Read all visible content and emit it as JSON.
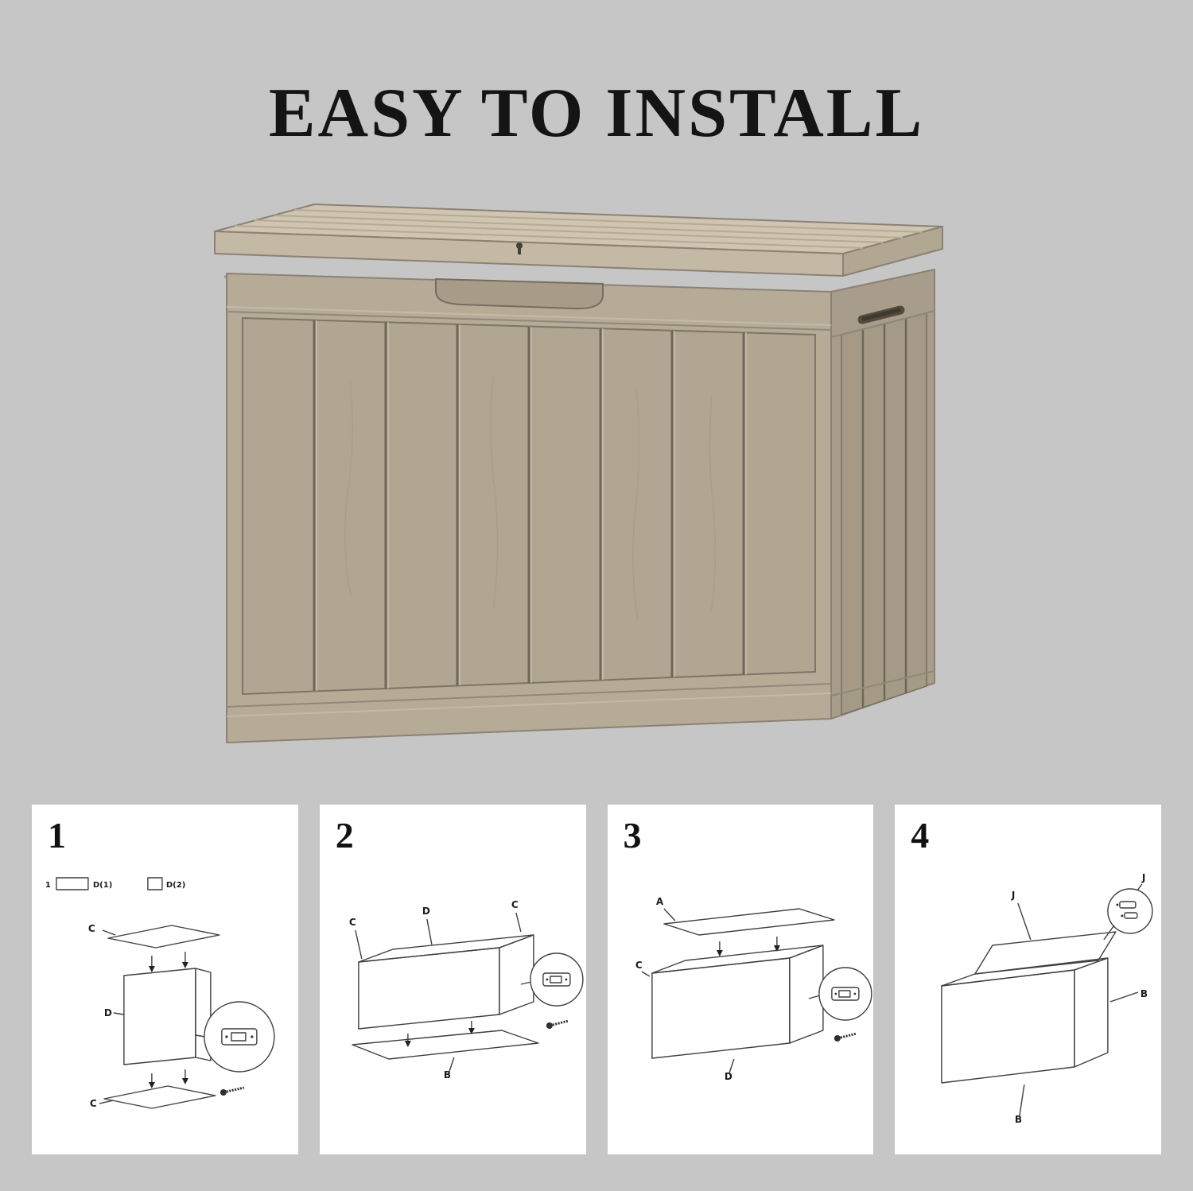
{
  "title": "EASY TO INSTALL",
  "background_color": "#c6c6c6",
  "product": {
    "name": "outdoor storage deck box",
    "colors": {
      "lid_top": "#cfc5b1",
      "lid_front": "#c3b9a5",
      "lid_side": "#b1a793",
      "front": "#b6ab97",
      "panel": "#b1a692",
      "side": "#a89d8a",
      "side_panel": "#a49a86",
      "groove": "#6f6758"
    }
  },
  "steps": [
    {
      "number": "1",
      "legend_qty": "1",
      "legend_d1": "D(1)",
      "legend_d2": "D(2)",
      "label_top": "C",
      "label_mid": "D",
      "label_bottom": "C"
    },
    {
      "number": "2",
      "label_left": "C",
      "label_back": "D",
      "label_right": "C",
      "label_base": "B"
    },
    {
      "number": "3",
      "label_lid": "A",
      "label_left": "C",
      "label_front": "D"
    },
    {
      "number": "4",
      "label_hinge_left": "J",
      "label_hinge_right": "J",
      "label_side": "B",
      "label_base": "B"
    }
  ]
}
